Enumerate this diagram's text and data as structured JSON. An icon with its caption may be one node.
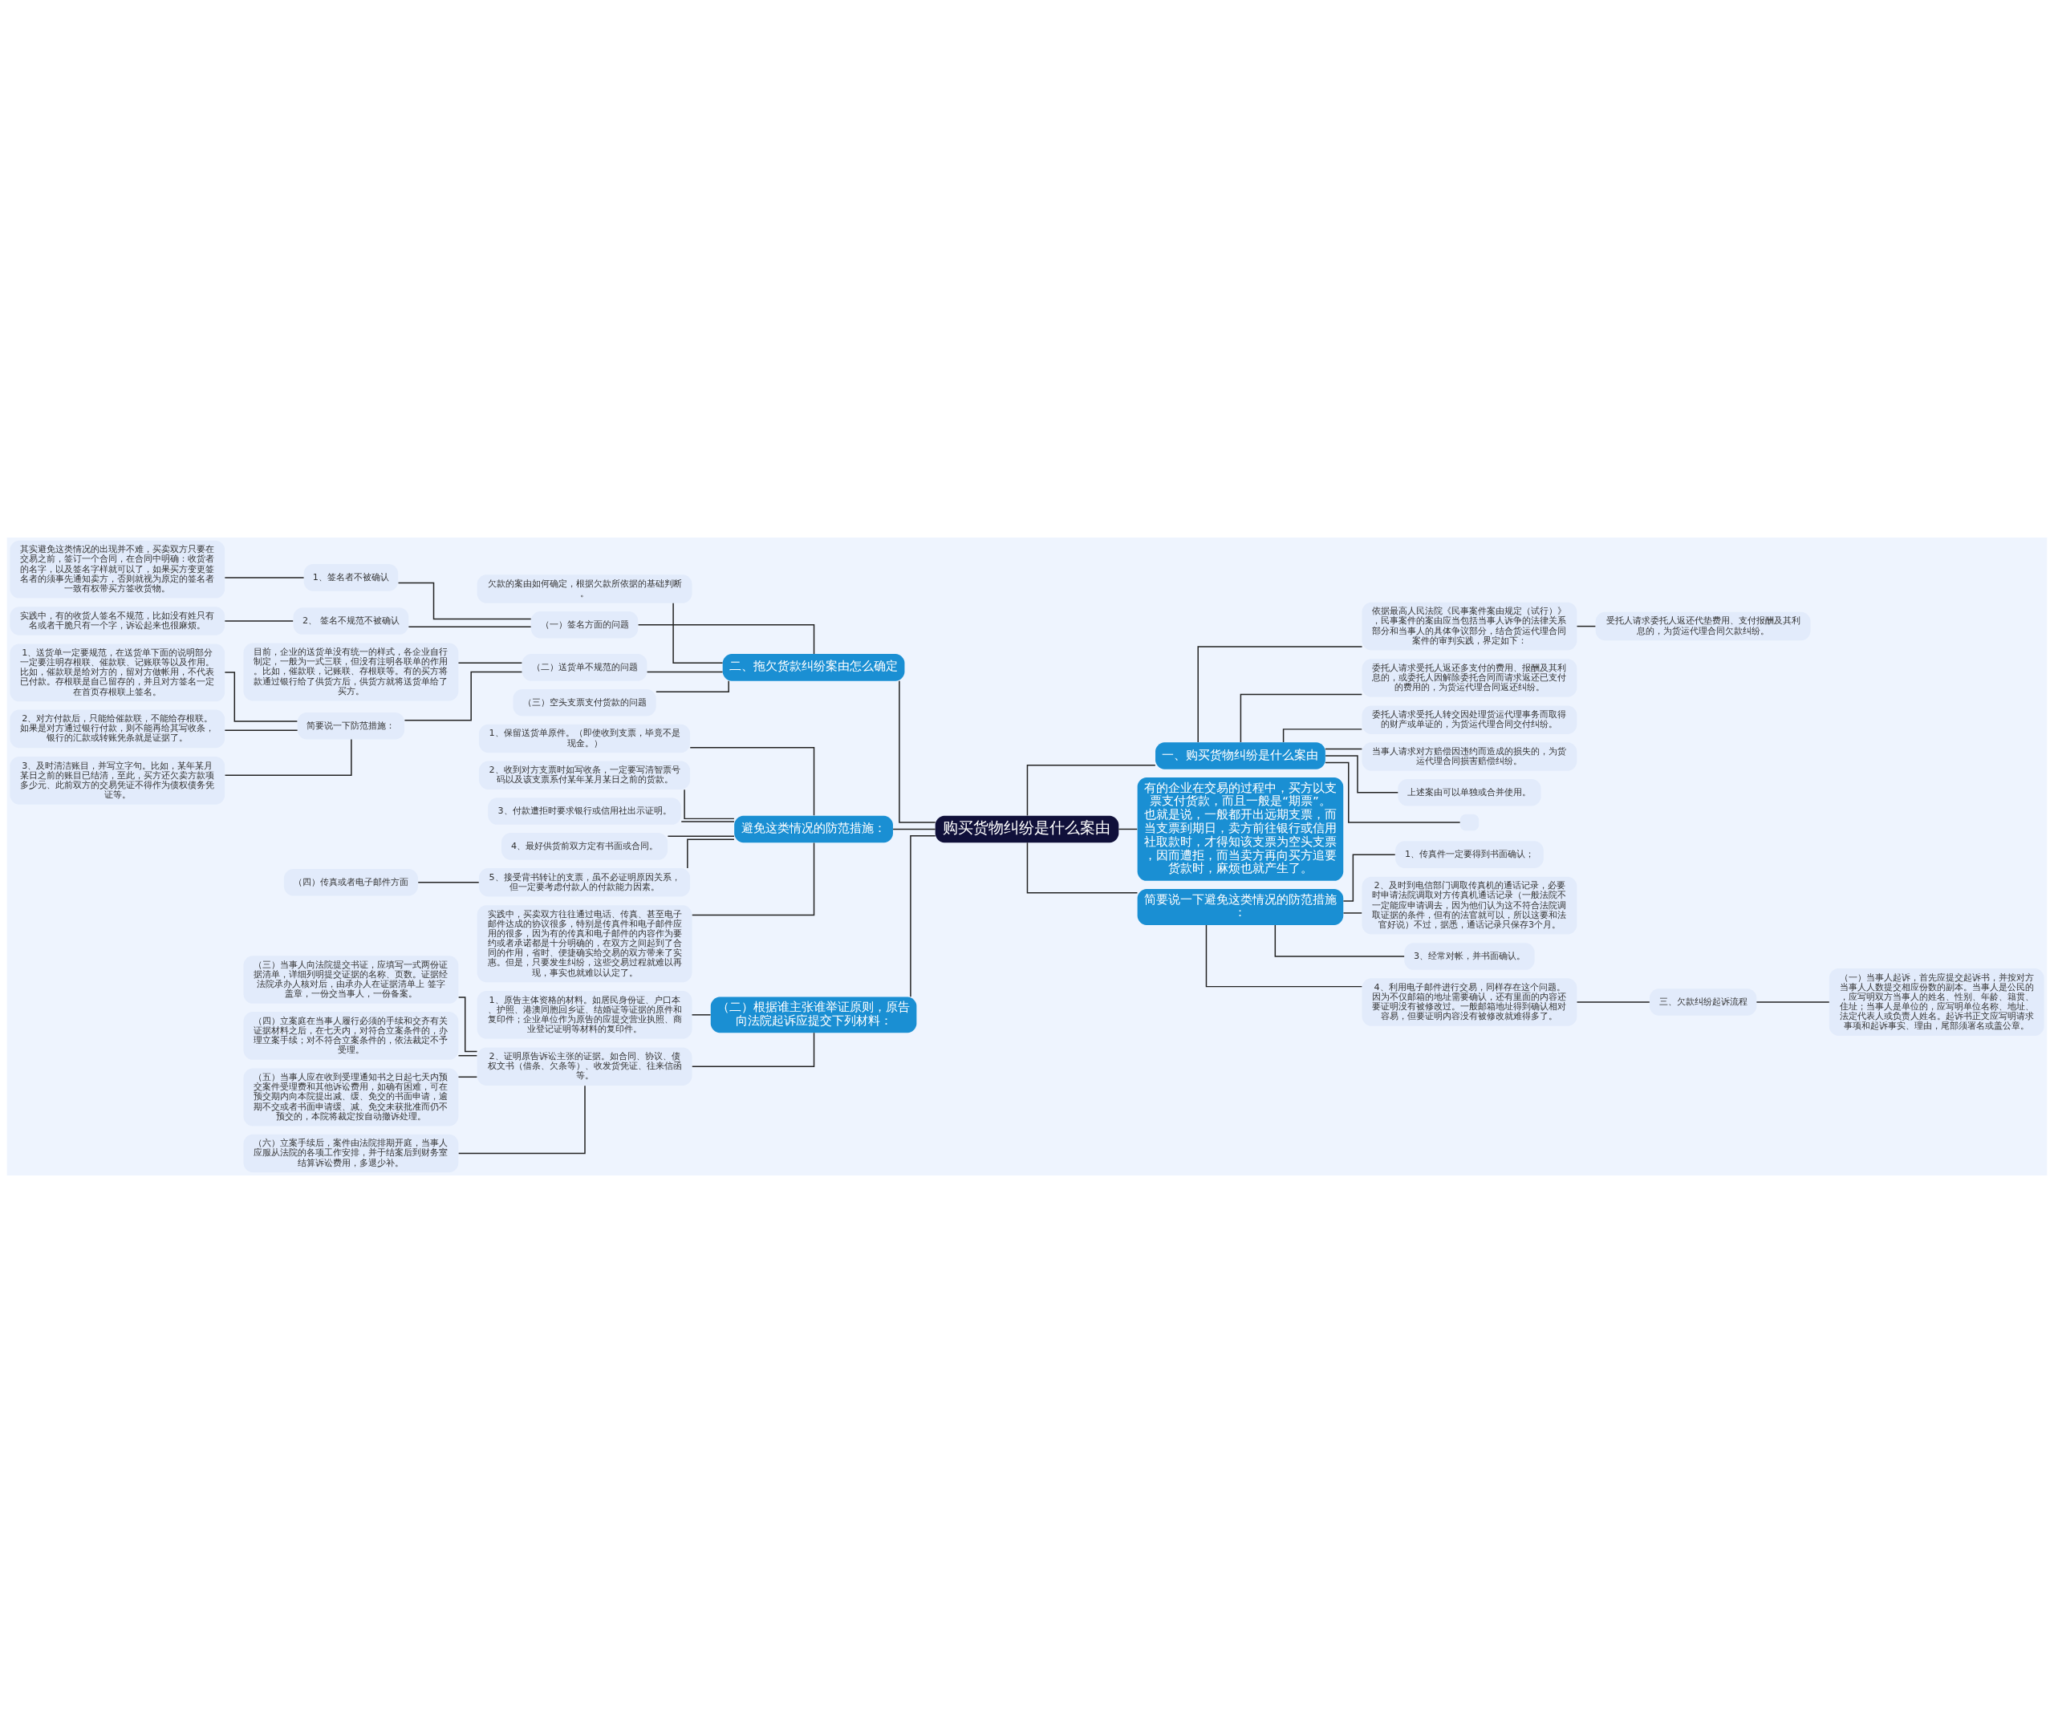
{
  "diagram": {
    "nodes": [
      {
        "text": [
          "购买货物纠纷是什么案由"
        ]
      },
      {
        "text": [
          "一、购买货物纠纷是什么案由"
        ]
      },
      {
        "text": [
          "依据最高人民法院《民事案件案由规定（试行）》，民事案件的案由应当包括当事人诉争的法律关系部分和当事人的具体争议部分，结合货运代理合同案件的审判实践，界定如下："
        ]
      },
      {
        "text": [
          "受托人请求委托人返还代垫费用、支付报酬及其利息的，为货运代理合同欠款纠纷。"
        ]
      },
      {
        "text": [
          "委托人请求受托人返还多支付的费用、报酬及其利息的，或委托人因解除委托合同而请求返还已支付的费用的，为货运代理合同返还纠纷。"
        ]
      },
      {
        "text": [
          "委托人请求受托人转交因处理货运代理事务而取得的财产或单证的，为货运代理合同交付纠纷。"
        ]
      },
      {
        "text": [
          "当事人请求对方赔偿因违约而造成的损失的，为货运代理合同损害赔偿纠纷。"
        ]
      },
      {
        "text": [
          "上述案由可以单独或合并使用。"
        ]
      },
      {
        "text": [],
        "shape": "box"
      },
      {
        "text": [
          "有的企业在交易的过程中，买方以支票支付货款，而且一般是“期票”。也就是说，一般都开出远期支票，而当支票到期日，卖方前往银行或信用社取款时，才得知该支票为空头支票，因而遭拒，而当卖方再向买方追要货款时，麻烦也就产生了。"
        ]
      },
      {
        "text": [
          "简要说一下避免这类情况的防范措施："
        ]
      },
      {
        "text": [
          "1、传真件一定要得到书面确认；"
        ]
      },
      {
        "text": [
          "2、及时到电信部门调取传真机的通话记录，必要时申请法院调取对方传真机通话记录（一般法院不一定能应申请调去，因为他们认为这不符合法院调取证据的条件，但有的法官就可以，所以这要和法官好说）不过，据悉，通话记录只保存3个月。"
        ]
      },
      {
        "text": [
          "3、经常对帐，并书面确认。"
        ]
      },
      {
        "text": [
          "4、利用电子邮件进行交易，同样存在这个问题。因为不仅邮箱的地址需要确认，还有里面的内容还要证明没有被修改过。一般邮箱地址得到确认相对容易，但要证明内容没有被修改就难得多了。"
        ]
      },
      {
        "text": [
          "三、欠款纠纷起诉流程"
        ]
      },
      {
        "text": [
          "（一）当事人起诉，首先应提交起诉书，并按对方当事人人数提交相应份数的副本。当事人是公民的，应写明双方当事人的姓名、性别、年龄、籍贯、住址；当事人是单位的，应写明单位名称、地址、法定代表人或负责人姓名。起诉书正文应写明请求事项和起诉事实、理由，尾部须署名或盖公章。"
        ]
      },
      {
        "text": [
          "二、拖欠货款纠纷案由怎么确定"
        ]
      },
      {
        "text": [
          "欠款的案由如何确定，根据欠款所依据的基础判断。"
        ]
      },
      {
        "text": [
          "（一）签名方面的问题"
        ]
      },
      {
        "text": [
          "1、签名者不被确认"
        ]
      },
      {
        "text": [
          "其实避免这类情况的出现并不难，买卖双方只要在交易之前，签订一个合同，在合同中明确：收货者的名字，以及签名字样就可以了，如果买方变更签名者的须事先通知卖方，否则就视为原定的签名者一致有权带买方签收货物。"
        ]
      },
      {
        "text": [
          "2、 签名不规范不被确认"
        ]
      },
      {
        "text": [
          "实践中，有的收货人签名不规范，比如没有姓只有名或者干脆只有一个字，诉讼起来也很麻烦。"
        ]
      },
      {
        "text": [
          "（二）送货单不规范的问题"
        ]
      },
      {
        "text": [
          "目前，企业的送货单没有统一的样式，各企业自行制定，一般为一式三联，但没有注明各联单的作用。比如，催款联，记账联、存根联等。有的买方将款通过银行给了供货方后，供货方就将送货单给了买方。"
        ]
      },
      {
        "text": [
          "简要说一下防范措施："
        ]
      },
      {
        "text": [
          "1、送货单一定要规范，在送货单下面的说明部分一定要注明存根联、催款联、记账联等以及作用。比如，催款联是给对方的，留对方做帐用，不代表已付款。存根联是自己留存的，并且对方签名一定在首页存根联上签名。"
        ]
      },
      {
        "text": [
          "2、对方付款后，只能给催款联，不能给存根联。如果是对方通过银行付款，则不能再给其写收条，银行的汇款或转账凭条就是证据了。"
        ]
      },
      {
        "text": [
          "3、及时清洁账目，并写立字句。比如，某年某月某日之前的账目已结清，至此，买方还欠卖方款项多少元、此前双方的交易凭证不得作为债权债务凭证等。"
        ]
      },
      {
        "text": [
          "（三）空头支票支付货款的问题"
        ]
      },
      {
        "text": [
          "避免这类情况的防范措施："
        ]
      },
      {
        "text": [
          "1、保留送货单原件。（即使收到支票，毕竟不是现金。）"
        ]
      },
      {
        "text": [
          "2、收到对方支票时如写收条，一定要写清智票号码以及该支票系付某年某月某日之前的货款。"
        ]
      },
      {
        "text": [
          "3、付款遭拒时要求银行或信用社出示证明。"
        ]
      },
      {
        "text": [
          "4、最好供货前双方定有书面或合同。"
        ]
      },
      {
        "text": [
          "5、接受背书转让的支票，虽不必证明原因关系，但一定要考虑付款人的付款能力因素。"
        ]
      },
      {
        "text": [
          "（四）传真或者电子邮件方面"
        ]
      },
      {
        "text": [
          "实践中，买卖双方往往通过电话、传真、甚至电子邮件达成的协议很多，特别是传真件和电子邮件应用的很多，因为有的传真和电子邮件的内容作为要约或者承诺都是十分明确的，在双方之间起到了合同的作用，省时、便捷确实给交易的双方带来了实惠。但是，只要发生纠纷，这些交易过程就难以再现，事实也就难以认定了。"
        ]
      },
      {
        "text": [
          "（二）根据谁主张谁举证原则，原告向法院起诉应提交下列材料："
        ]
      },
      {
        "text": [
          "1、原告主体资格的材料。如居民身份证、户口本、护照、港澳同胞回乡证、结婚证等证据的原件和复印件；企业单位作为原告的应提交营业执照、商业登记证明等材料的复印件。"
        ]
      },
      {
        "text": [
          "2、证明原告诉讼主张的证据。如合同、协议、债权文书（借条、欠条等）、收发货凭证、往来信函等。"
        ]
      },
      {
        "text": [
          "（三）当事人向法院提交书证，应填写一式两份证据清单，详细列明提交证据的名称、页数。证据经法院承办人核对后，由承办人在证据清单上 签字盖章，一份交当事人，一份备案。"
        ]
      },
      {
        "text": [
          "（四）立案庭在当事人履行必须的手续和交齐有关证据材料之后，在七天内，对符合立案条件的，办理立案手续；对不符合立案条件的，依法裁定不予受理。"
        ]
      },
      {
        "text": [
          "（五）当事人应在收到受理通知书之日起七天内预交案件受理费和其他诉讼费用，如确有困难，可在预交期内向本院提出减、缓、免交的书面申请，逾期不交或者书面申请缓、减、免交未获批准而仍不预交的，本院将裁定按自动撤诉处理。"
        ]
      },
      {
        "text": [
          "（六）立案手续后，案件由法院排期开庭，当事人应服从法院的各项工作安排，并于结案后到财务室结算诉讼费用，多退少补。"
        ]
      }
    ],
    "edges": [
      {
        "from": 0,
        "to": 1,
        "arrow": "none"
      },
      {
        "from": 1,
        "to": 2,
        "arrow": "none"
      },
      {
        "from": 2,
        "to": 3,
        "arrow": "none"
      },
      {
        "from": 1,
        "to": 4,
        "arrow": "none"
      },
      {
        "from": 1,
        "to": 5,
        "arrow": "none"
      },
      {
        "from": 1,
        "to": 6,
        "arrow": "none"
      },
      {
        "from": 1,
        "to": 7,
        "arrow": "none"
      },
      {
        "from": 1,
        "to": 8,
        "arrow": "none"
      },
      {
        "from": 0,
        "to": 9,
        "arrow": "none"
      },
      {
        "from": 0,
        "to": 10,
        "arrow": "none"
      },
      {
        "from": 10,
        "to": 11,
        "arrow": "none"
      },
      {
        "from": 10,
        "to": 12,
        "arrow": "none"
      },
      {
        "from": 10,
        "to": 13,
        "arrow": "none"
      },
      {
        "from": 10,
        "to": 14,
        "arrow": "none"
      },
      {
        "from": 14,
        "to": 15,
        "arrow": "none"
      },
      {
        "from": 15,
        "to": 16,
        "arrow": "none"
      },
      {
        "from": 0,
        "to": 17,
        "arrow": "none"
      },
      {
        "from": 17,
        "to": 18,
        "arrow": "none"
      },
      {
        "from": 17,
        "to": 19,
        "arrow": "none"
      },
      {
        "from": 19,
        "to": 20,
        "arrow": "none"
      },
      {
        "from": 20,
        "to": 21,
        "arrow": "none"
      },
      {
        "from": 19,
        "to": 22,
        "arrow": "none"
      },
      {
        "from": 22,
        "to": 23,
        "arrow": "none"
      },
      {
        "from": 17,
        "to": 24,
        "arrow": "none"
      },
      {
        "from": 24,
        "to": 25,
        "arrow": "none"
      },
      {
        "from": 24,
        "to": 26,
        "arrow": "none"
      },
      {
        "from": 26,
        "to": 27,
        "arrow": "none"
      },
      {
        "from": 26,
        "to": 28,
        "arrow": "none"
      },
      {
        "from": 26,
        "to": 29,
        "arrow": "none"
      },
      {
        "from": 17,
        "to": 30,
        "arrow": "none"
      },
      {
        "from": 0,
        "to": 31,
        "arrow": "none"
      },
      {
        "from": 31,
        "to": 32,
        "arrow": "none"
      },
      {
        "from": 31,
        "to": 33,
        "arrow": "none"
      },
      {
        "from": 31,
        "to": 34,
        "arrow": "none"
      },
      {
        "from": 31,
        "to": 35,
        "arrow": "none"
      },
      {
        "from": 31,
        "to": 36,
        "arrow": "none"
      },
      {
        "from": 36,
        "to": 37,
        "arrow": "none"
      },
      {
        "from": 31,
        "to": 38,
        "arrow": "none"
      },
      {
        "from": 0,
        "to": 39,
        "arrow": "none"
      },
      {
        "from": 39,
        "to": 40,
        "arrow": "none"
      },
      {
        "from": 39,
        "to": 41,
        "arrow": "none"
      },
      {
        "from": 41,
        "to": 42,
        "arrow": "none"
      },
      {
        "from": 41,
        "to": 43,
        "arrow": "none"
      },
      {
        "from": 41,
        "to": 44,
        "arrow": "none"
      },
      {
        "from": 41,
        "to": 45,
        "arrow": "none"
      }
    ]
  }
}
